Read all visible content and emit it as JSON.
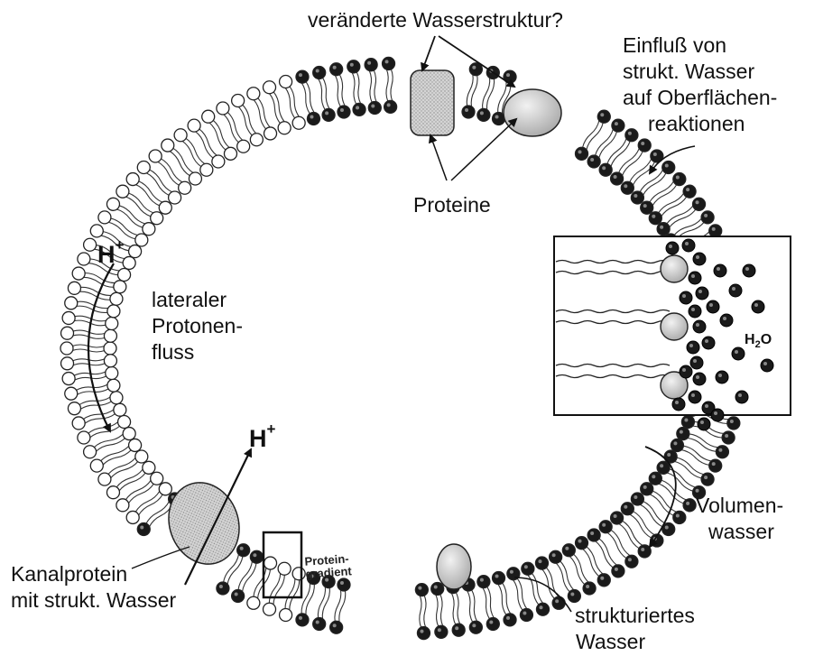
{
  "labels": {
    "altered_water": "veränderte Wasserstruktur?",
    "influence_line1": "Einfluß von",
    "influence_line2": "strukt. Wasser",
    "influence_line3": "auf Oberflächen-",
    "influence_line4": "reaktionen",
    "proteins": "Proteine",
    "lateral_line1": "lateraler",
    "lateral_line2": "Protonen-",
    "lateral_line3": "fluss",
    "bulk_line1": "Volumen-",
    "bulk_line2": "wasser",
    "channel_line1": "Kanalprotein",
    "channel_line2": "mit strukt. Wasser",
    "structured_line1": "strukturiertes",
    "structured_line2": "Wasser",
    "protein_gradient_line1": "Protein-",
    "protein_gradient_line2": "gradient",
    "proton_symbol": "H",
    "proton_charge": "+",
    "water_h": "H",
    "water_sub": "2",
    "water_o": "O"
  },
  "colors": {
    "dark_headgroup": "#1a1a1a",
    "light_headgroup": "#ffffff",
    "protein_fill": "#cfcfcf",
    "ink": "#111111"
  }
}
